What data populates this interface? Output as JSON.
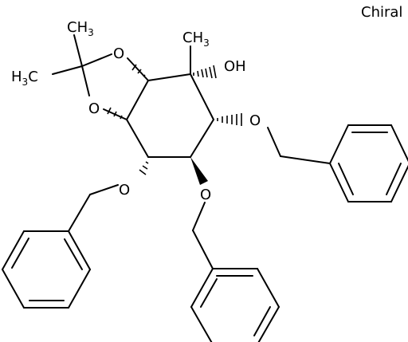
{
  "flag": "Chiral",
  "atoms": {
    "ch3_top": {
      "main": "CH",
      "sub": "3"
    },
    "ch3_left": {
      "main": "H",
      "sub": "3",
      "tail": "C"
    },
    "ch3_ring": {
      "main": "CH",
      "sub": "3"
    },
    "o_dioxolane_top": "O",
    "o_dioxolane_bottom": "O",
    "oh": "OH",
    "o_benzyl_right": "O",
    "o_benzyl_left": "O",
    "o_benzyl_center": "O"
  }
}
